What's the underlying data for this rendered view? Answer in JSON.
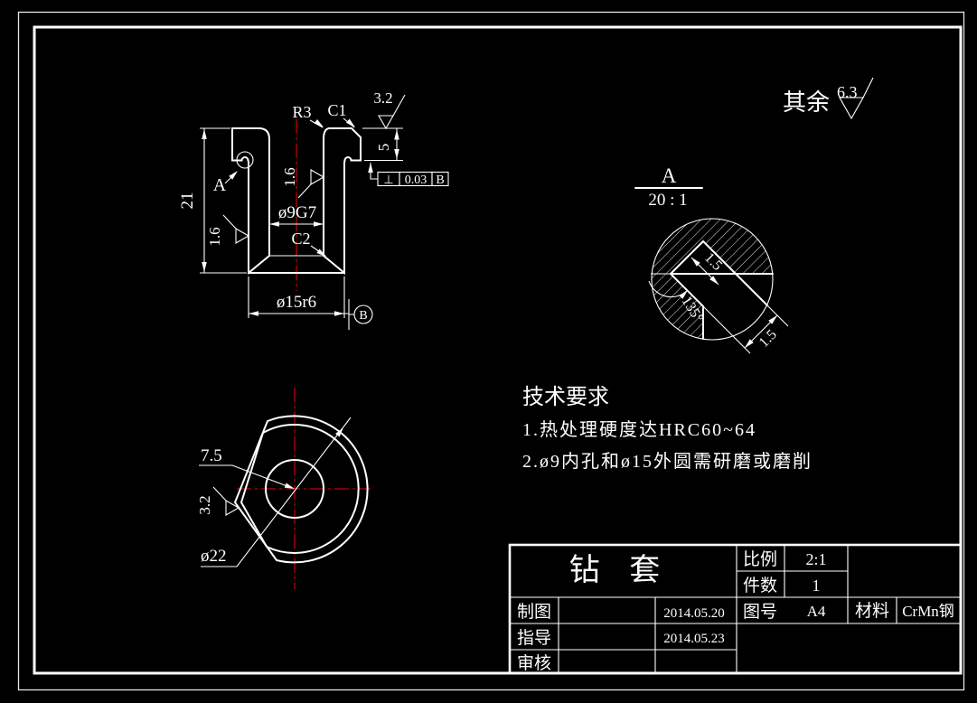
{
  "colors": {
    "background": "#000000",
    "lines": "#ffffff",
    "centerline": "#c00000"
  },
  "general_roughness": {
    "prefix": "其余",
    "value": "6.3"
  },
  "main_view": {
    "fillet_radius": "R3",
    "top_chamfer": "C1",
    "top_roughness": "3.2",
    "flange_height": "5",
    "tolerance_symbol": "⊥",
    "tolerance_value": "0.03",
    "tolerance_datum": "B",
    "bore_roughness": "1.6",
    "side_roughness": "1.6",
    "bore_diameter": "ø9G7",
    "bottom_chamfer": "C2",
    "overall_height": "21",
    "outer_diameter": "ø15r6",
    "datum_label": "B",
    "detail_label": "A"
  },
  "detail_view": {
    "title": "A",
    "scale": "20 : 1",
    "groove_depth": "1.5",
    "groove_width": "1.5",
    "groove_angle": "135°"
  },
  "bottom_view": {
    "entry_radius": "7.5",
    "flat_roughness": "3.2",
    "outer_diameter": "ø22"
  },
  "technical_requirements": {
    "heading": "技术要求",
    "item_1": "1.热处理硬度达HRC60~64",
    "item_2": "2.ø9内孔和ø15外圆需研磨或磨削"
  },
  "title_block": {
    "part_name": "钻 套",
    "scale_label": "比例",
    "scale_value": "2:1",
    "quantity_label": "件数",
    "quantity_value": "1",
    "drawn_label": "制图",
    "drawn_date": "2014.05.20",
    "drawing_no_label": "图号",
    "drawing_no_value": "A4",
    "material_label": "材料",
    "material_value": "CrMn钢",
    "advisor_label": "指导",
    "advisor_date": "2014.05.23",
    "reviewer_label": "审核"
  }
}
